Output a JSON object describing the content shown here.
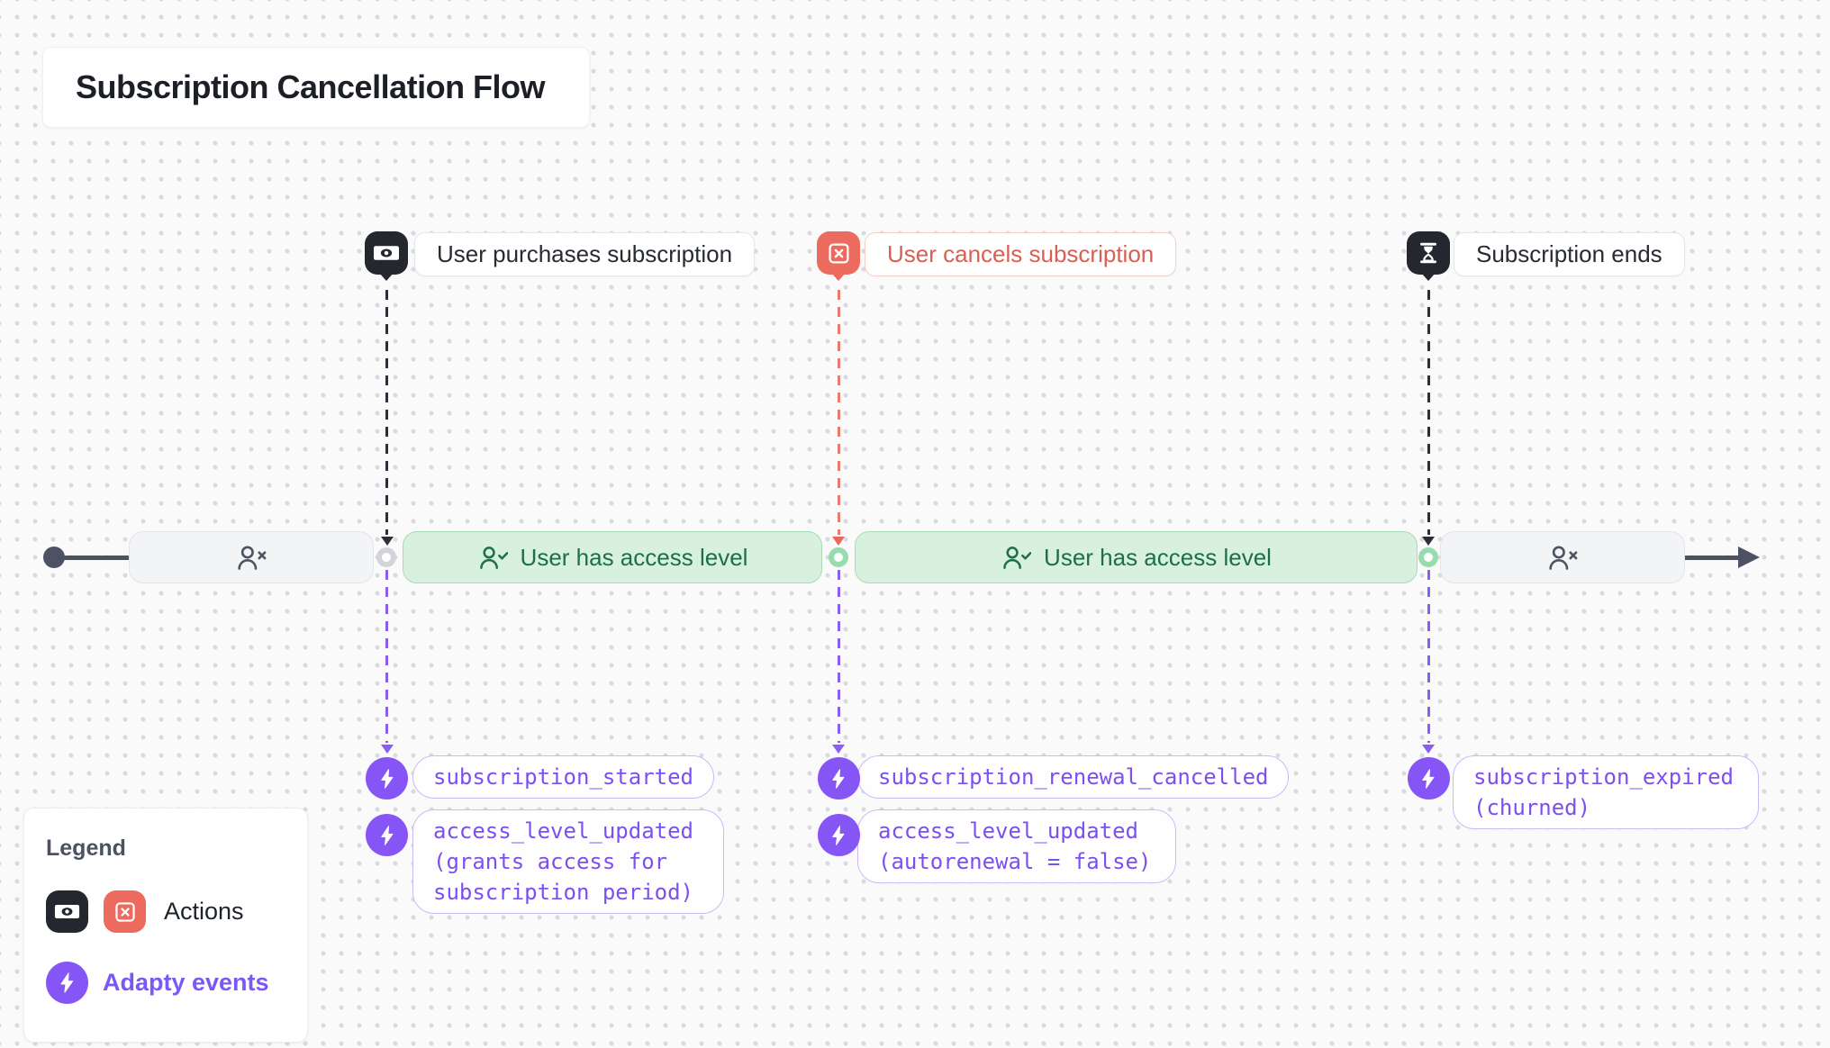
{
  "title": "Subscription Cancellation Flow",
  "actions": {
    "purchase": {
      "label": "User purchases subscription",
      "icon": "cash-icon"
    },
    "cancel": {
      "label": "User cancels subscription",
      "icon": "x-square-icon"
    },
    "ends": {
      "label": "Subscription ends",
      "icon": "hourglass-icon"
    }
  },
  "timeline": {
    "access_label": "User has access level",
    "no_access_icon": "user-x-icon",
    "access_icon": "user-check-icon",
    "segments": [
      "no-access",
      "access",
      "access",
      "no-access"
    ]
  },
  "events": {
    "started": {
      "label": "subscription_started",
      "icon": "lightning-bolt-icon"
    },
    "access_granted": {
      "label": "access_level_updated (grants access for subscription period)",
      "icon": "lightning-bolt-icon"
    },
    "renewal_cancelled": {
      "label": "subscription_renewal_cancelled",
      "icon": "lightning-bolt-icon"
    },
    "autorenewal_false": {
      "label": "access_level_updated (autorenewal = false)",
      "icon": "lightning-bolt-icon"
    },
    "expired": {
      "label": "subscription_expired (churned)",
      "icon": "lightning-bolt-icon"
    }
  },
  "legend": {
    "heading": "Legend",
    "actions_label": "Actions",
    "events_label": "Adapty events"
  },
  "colors": {
    "action_dark": "#24272e",
    "action_red": "#ed6a5e",
    "red_text": "#d85f51",
    "event_purple": "#8655f6",
    "event_text": "#7c4ff0",
    "green_bg": "#d8f0de",
    "green_border": "#a8dbb6",
    "green_text": "#1b7048",
    "timeline_slate": "#4c5264"
  }
}
